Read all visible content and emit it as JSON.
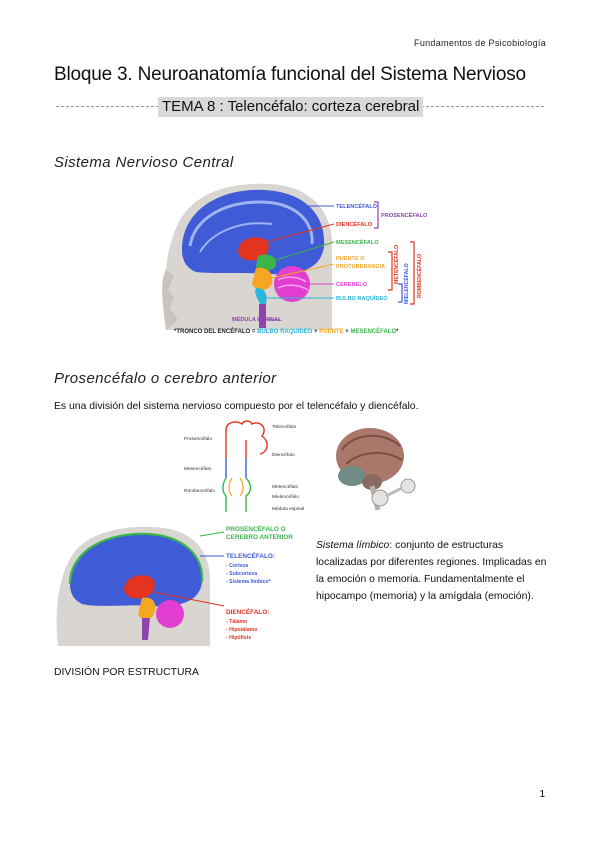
{
  "header": {
    "course": "Fundamentos de Psicobiología"
  },
  "doc": {
    "title": "Bloque 3. Neuroanatomía funcional del Sistema Nervioso",
    "tema": "TEMA 8 : Telencéfalo: corteza cerebral"
  },
  "section1": {
    "heading": "Sistema Nervioso Central",
    "figure": {
      "labels": {
        "telencefalo": "TELENCÉFALO",
        "diencefalo": "DIENCÉFALO",
        "mesencefalo": "MESENCÉFALO",
        "puente": "PUENTE O",
        "protuberancia": "PROTUBERANCIA",
        "cerebelo": "CEREBELO",
        "bulbo": "BULBO RAQUÍDEO",
        "medula": "MÉDULA ESPINAL",
        "prosencefalo": "PROSENCÉFALO",
        "metencefalo": "METENCÉFALO",
        "mielencefalo": "MIELENCÉFALO",
        "rombencefalo": "ROMBENCÉFALO"
      },
      "caption": {
        "part1": "*TRONCO DEL ENCÉFALO = ",
        "part2": "BULBO RAQUÍDEO",
        "part3": " + ",
        "part4": "PUENTE",
        "part5": " + ",
        "part6": "MESENCÉFALO",
        "part7": "*"
      }
    }
  },
  "section2": {
    "heading": "Prosencéfalo o cerebro anterior",
    "text": "Es una división del sistema nervioso compuesto por el telencéfalo y diencéfalo.",
    "tube": {
      "prosencefalo": "Prosencéfalo",
      "mesencefalo": "Mesencéfalo",
      "rombencefalo": "Rombencéfalo",
      "telencefalo": "Telencéfalo",
      "diencefalo": "Diencéfalo",
      "metencefalo": "Metencéfalo",
      "mielencefalo": "Mielencéfalo",
      "medula": "Médula espinal"
    },
    "fig2": {
      "pros_a": "PROSENCÉFALO O",
      "pros_b": "CEREBRO ANTERIOR",
      "tel": "TELENCÉFALO:",
      "tel_items": [
        "- Corteza",
        "- Subcorteza",
        "- Sistema límbico*"
      ],
      "dien": "DIENCÉFALO:",
      "dien_items": [
        "- Tálamo",
        "- Hipotálamo",
        "- Hipófisis"
      ]
    },
    "limbic": {
      "term": "Sistema límbico",
      "rest": ": conjunto de estructuras localizadas por diferentes regiones. Implicadas en la emoción o memoria. Fundamentalmente el hipocampo (memoria) y la amígdala (emoción)."
    }
  },
  "section3": {
    "heading": "DIVISIÓN POR ESTRUCTURA"
  },
  "page": {
    "number": "1"
  }
}
